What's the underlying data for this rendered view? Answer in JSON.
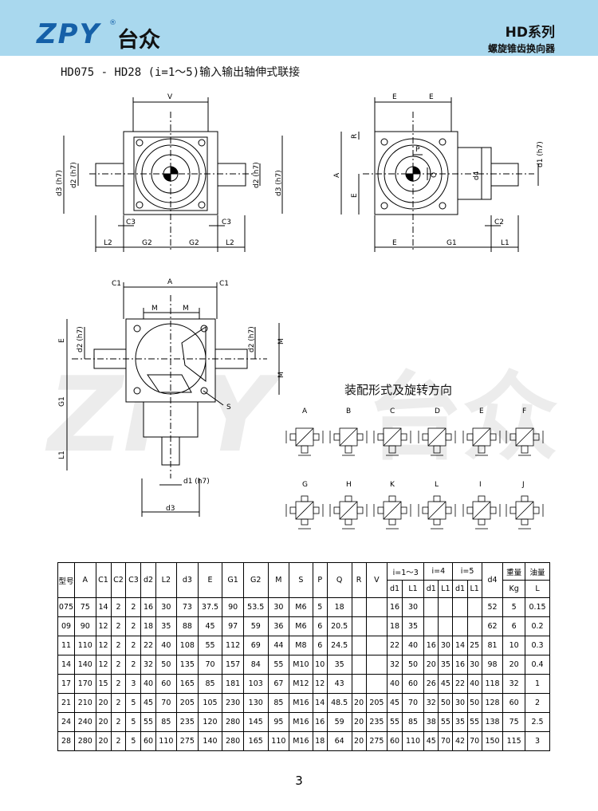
{
  "header": {
    "brand": "ZPY",
    "brand_cn": "台众",
    "registered": "®",
    "series": "HD系列",
    "subtitle": "螺旋锥齿换向器",
    "band_color": "#a9d8ee"
  },
  "page_title": "HD075 - HD28 (i=1～5)输入输出轴伸式联接",
  "mount_section": {
    "title": "装配形式及旋转方向",
    "row1": [
      "A",
      "B",
      "C",
      "D",
      "E",
      "F"
    ],
    "row2": [
      "G",
      "H",
      "K",
      "L",
      "I",
      "J"
    ]
  },
  "drawing_labels": {
    "v": "V",
    "d2h7": "d2 (h7)",
    "d3h7": "d3 (h7)",
    "c3": "C3",
    "l2": "L2",
    "g2": "G2",
    "e": "E",
    "r": "R",
    "a": "A",
    "p": "P",
    "q": "Q",
    "d4": "d4",
    "d1h7": "d1 (h7)",
    "c2": "C2",
    "g1": "G1",
    "l1": "L1",
    "c1": "C1",
    "m": "M",
    "s": "S",
    "d1h7b": "d1 (h7)",
    "d3": "d3"
  },
  "table": {
    "head1": [
      "型号",
      "A",
      "C1",
      "C2",
      "C3",
      "d2",
      "L2",
      "d3",
      "E",
      "G1",
      "G2",
      "M",
      "S",
      "P",
      "Q",
      "R",
      "V",
      "i=1～3",
      "i=4",
      "i=5",
      "d4",
      "重量",
      "油量"
    ],
    "head2": [
      "d1",
      "L1",
      "d1",
      "L1",
      "d1",
      "L1",
      "Kg",
      "L"
    ],
    "rows": [
      [
        "075",
        "75",
        "14",
        "2",
        "2",
        "16",
        "30",
        "73",
        "37.5",
        "90",
        "53.5",
        "30",
        "M6",
        "5",
        "18",
        "",
        "",
        "16",
        "30",
        "",
        "",
        "",
        "",
        "52",
        "5",
        "0.15"
      ],
      [
        "09",
        "90",
        "12",
        "2",
        "2",
        "18",
        "35",
        "88",
        "45",
        "97",
        "59",
        "36",
        "M6",
        "6",
        "20.5",
        "",
        "",
        "18",
        "35",
        "",
        "",
        "",
        "",
        "62",
        "6",
        "0.2"
      ],
      [
        "11",
        "110",
        "12",
        "2",
        "2",
        "22",
        "40",
        "108",
        "55",
        "112",
        "69",
        "44",
        "M8",
        "6",
        "24.5",
        "",
        "",
        "22",
        "40",
        "16",
        "30",
        "14",
        "25",
        "81",
        "10",
        "0.3"
      ],
      [
        "14",
        "140",
        "12",
        "2",
        "2",
        "32",
        "50",
        "135",
        "70",
        "157",
        "84",
        "55",
        "M10",
        "10",
        "35",
        "",
        "",
        "32",
        "50",
        "20",
        "35",
        "16",
        "30",
        "98",
        "20",
        "0.4"
      ],
      [
        "17",
        "170",
        "15",
        "2",
        "3",
        "40",
        "60",
        "165",
        "85",
        "181",
        "103",
        "67",
        "M12",
        "12",
        "43",
        "",
        "",
        "40",
        "60",
        "26",
        "45",
        "22",
        "40",
        "118",
        "32",
        "1"
      ],
      [
        "21",
        "210",
        "20",
        "2",
        "5",
        "45",
        "70",
        "205",
        "105",
        "230",
        "130",
        "85",
        "M16",
        "14",
        "48.5",
        "20",
        "205",
        "45",
        "70",
        "32",
        "50",
        "30",
        "50",
        "128",
        "60",
        "2"
      ],
      [
        "24",
        "240",
        "20",
        "2",
        "5",
        "55",
        "85",
        "235",
        "120",
        "280",
        "145",
        "95",
        "M16",
        "16",
        "59",
        "20",
        "235",
        "55",
        "85",
        "38",
        "55",
        "35",
        "55",
        "138",
        "75",
        "2.5"
      ],
      [
        "28",
        "280",
        "20",
        "2",
        "5",
        "60",
        "110",
        "275",
        "140",
        "280",
        "165",
        "110",
        "M16",
        "18",
        "64",
        "20",
        "275",
        "60",
        "110",
        "45",
        "70",
        "42",
        "70",
        "150",
        "115",
        "3"
      ]
    ]
  },
  "page_number": "3"
}
